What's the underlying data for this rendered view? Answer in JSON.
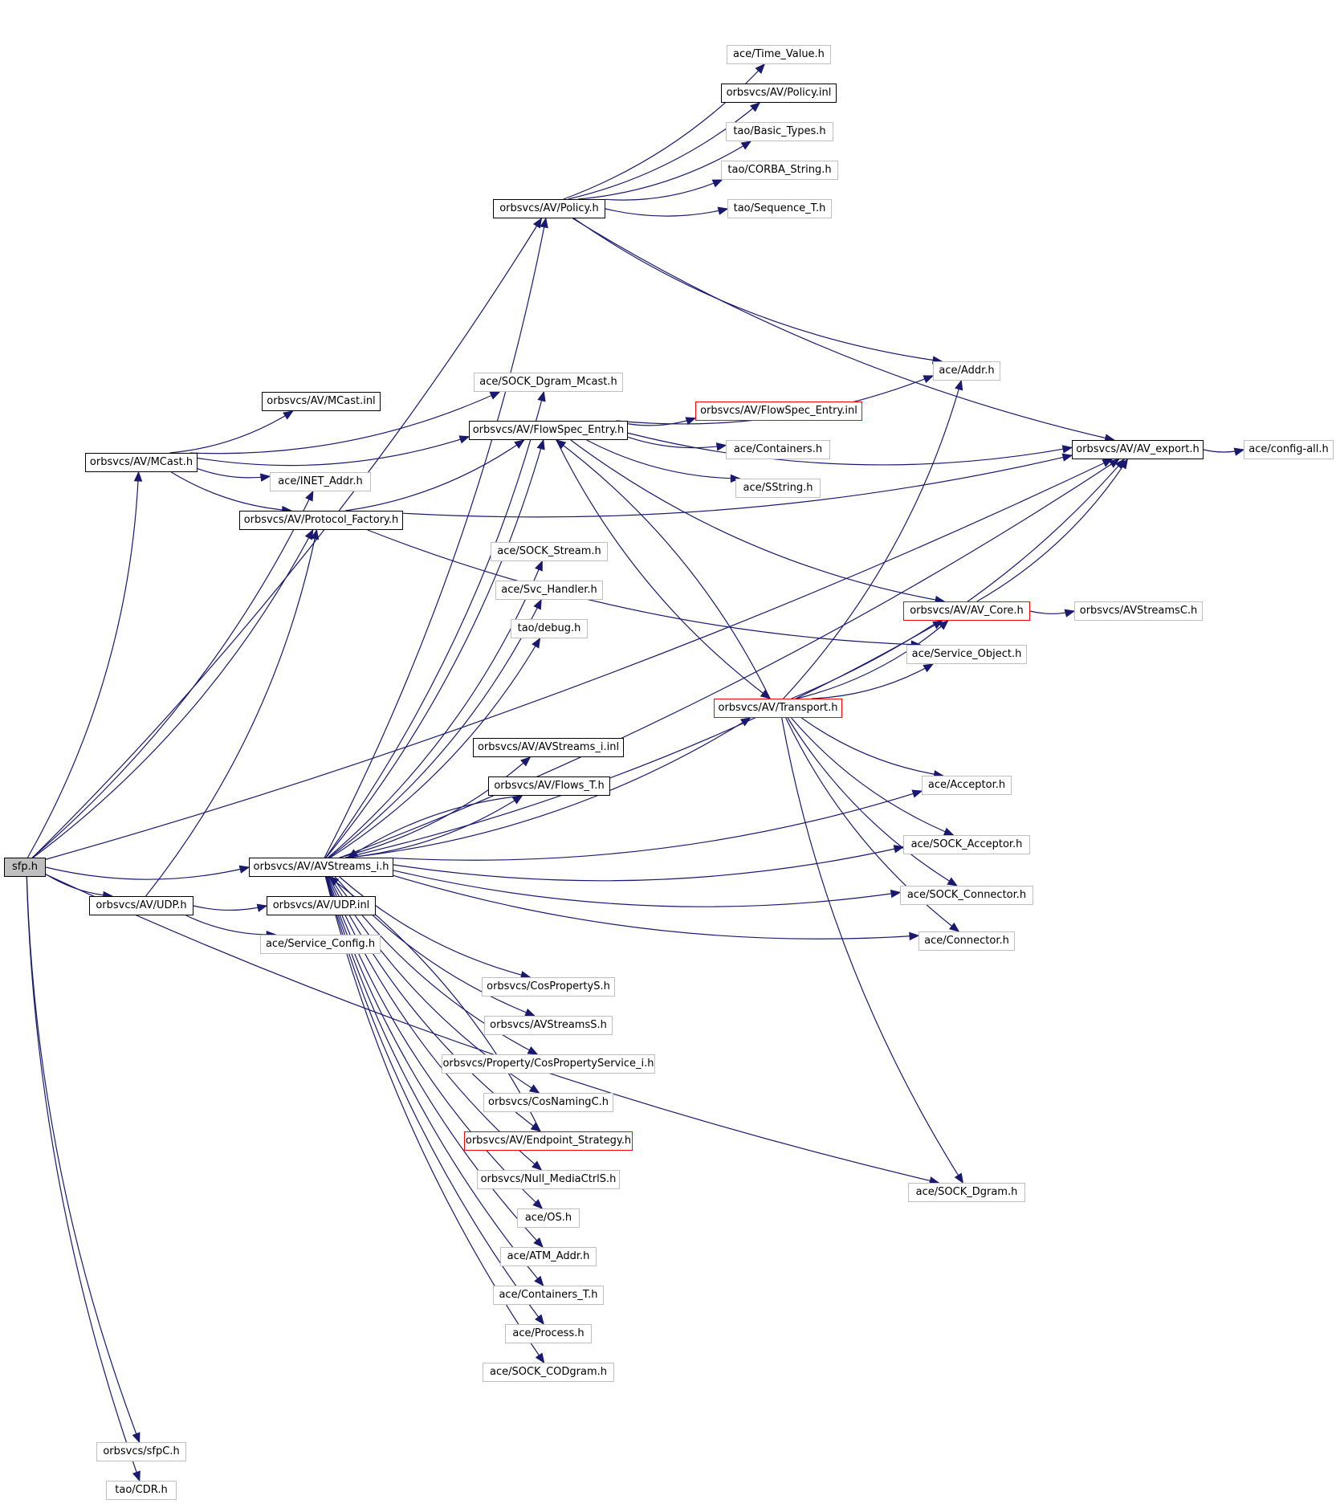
{
  "legend_colors": {
    "edge": "#191970",
    "documented": "#000000",
    "external": "#bfbfbf",
    "truncated": "#ff0000",
    "root_fill": "#bfbfbf"
  },
  "nodes": {
    "sfp_h": "sfp.h",
    "avstreams_i_h": "orbsvcs/AV/AVStreams_i.h",
    "udp_h": "orbsvcs/AV/UDP.h",
    "udp_inl": "orbsvcs/AV/UDP.inl",
    "service_config_h": "ace/Service_Config.h",
    "mcast_h": "orbsvcs/AV/MCast.h",
    "mcast_inl": "orbsvcs/AV/MCast.inl",
    "inet_addr_h": "ace/INET_Addr.h",
    "protocol_factory_h": "orbsvcs/AV/Protocol_Factory.h",
    "sock_dgram_mcast_h": "ace/SOCK_Dgram_Mcast.h",
    "policy_h": "orbsvcs/AV/Policy.h",
    "time_value_h": "ace/Time_Value.h",
    "policy_inl": "orbsvcs/AV/Policy.inl",
    "basic_types_h": "tao/Basic_Types.h",
    "corba_string_h": "tao/CORBA_String.h",
    "sequence_t_h": "tao/Sequence_T.h",
    "flowspec_entry_h": "orbsvcs/AV/FlowSpec_Entry.h",
    "flowspec_entry_inl": "orbsvcs/AV/FlowSpec_Entry.inl",
    "containers_h": "ace/Containers.h",
    "sstring_h": "ace/SString.h",
    "addr_h": "ace/Addr.h",
    "av_export_h": "orbsvcs/AV/AV_export.h",
    "config_all_h": "ace/config-all.h",
    "sock_stream_h": "ace/SOCK_Stream.h",
    "svc_handler_h": "ace/Svc_Handler.h",
    "debug_h": "tao/debug.h",
    "av_core_h": "orbsvcs/AV/AV_Core.h",
    "avstreamsc_h": "orbsvcs/AVStreamsC.h",
    "service_object_h": "ace/Service_Object.h",
    "transport_h": "orbsvcs/AV/Transport.h",
    "avstreams_i_inl": "orbsvcs/AV/AVStreams_i.inl",
    "flows_t_h": "orbsvcs/AV/Flows_T.h",
    "acceptor_h": "ace/Acceptor.h",
    "sock_acceptor_h": "ace/SOCK_Acceptor.h",
    "sock_connector_h": "ace/SOCK_Connector.h",
    "connector_h": "ace/Connector.h",
    "cospropertys_h": "orbsvcs/CosPropertyS.h",
    "avstreamss_h": "orbsvcs/AVStreamsS.h",
    "cospropertyservice_i_h": "orbsvcs/Property/CosPropertyService_i.h",
    "cosnamingc_h": "orbsvcs/CosNamingC.h",
    "endpoint_strategy_h": "orbsvcs/AV/Endpoint_Strategy.h",
    "null_mediactrls_h": "orbsvcs/Null_MediaCtrlS.h",
    "sock_dgram_h": "ace/SOCK_Dgram.h",
    "os_h": "ace/OS.h",
    "atm_addr_h": "ace/ATM_Addr.h",
    "containers_t_h": "ace/Containers_T.h",
    "process_h": "ace/Process.h",
    "sock_codgram_h": "ace/SOCK_CODgram.h",
    "sfpc_h": "orbsvcs/sfpC.h",
    "cdr_h": "tao/CDR.h"
  },
  "edges": [
    [
      "sfp_h",
      "av_export_h"
    ],
    [
      "sfp_h",
      "policy_h"
    ],
    [
      "sfp_h",
      "mcast_h"
    ],
    [
      "sfp_h",
      "inet_addr_h"
    ],
    [
      "sfp_h",
      "protocol_factory_h"
    ],
    [
      "sfp_h",
      "avstreams_i_h"
    ],
    [
      "sfp_h",
      "udp_h"
    ],
    [
      "sfp_h",
      "sock_dgram_h"
    ],
    [
      "sfp_h",
      "sfpc_h"
    ],
    [
      "sfp_h",
      "cdr_h"
    ],
    [
      "udp_h",
      "udp_inl"
    ],
    [
      "udp_h",
      "service_config_h"
    ],
    [
      "udp_h",
      "protocol_factory_h"
    ],
    [
      "mcast_h",
      "sock_dgram_mcast_h"
    ],
    [
      "mcast_h",
      "mcast_inl"
    ],
    [
      "mcast_h",
      "flowspec_entry_h"
    ],
    [
      "mcast_h",
      "inet_addr_h"
    ],
    [
      "mcast_h",
      "protocol_factory_h"
    ],
    [
      "protocol_factory_h",
      "flowspec_entry_h"
    ],
    [
      "protocol_factory_h",
      "service_object_h"
    ],
    [
      "protocol_factory_h",
      "av_export_h"
    ],
    [
      "policy_h",
      "time_value_h"
    ],
    [
      "policy_h",
      "policy_inl"
    ],
    [
      "policy_h",
      "basic_types_h"
    ],
    [
      "policy_h",
      "corba_string_h"
    ],
    [
      "policy_h",
      "sequence_t_h"
    ],
    [
      "policy_h",
      "av_export_h"
    ],
    [
      "policy_h",
      "addr_h"
    ],
    [
      "flowspec_entry_h",
      "av_export_h"
    ],
    [
      "flowspec_entry_h",
      "addr_h"
    ],
    [
      "flowspec_entry_h",
      "flowspec_entry_inl"
    ],
    [
      "flowspec_entry_h",
      "containers_h"
    ],
    [
      "flowspec_entry_h",
      "sstring_h"
    ],
    [
      "flowspec_entry_h",
      "av_core_h"
    ],
    [
      "flowspec_entry_h",
      "transport_h"
    ],
    [
      "av_export_h",
      "config_all_h"
    ],
    [
      "av_core_h",
      "avstreamsc_h"
    ],
    [
      "av_core_h",
      "av_export_h"
    ],
    [
      "transport_h",
      "flowspec_entry_h"
    ],
    [
      "transport_h",
      "av_core_h"
    ],
    [
      "transport_h",
      "service_object_h"
    ],
    [
      "transport_h",
      "av_export_h"
    ],
    [
      "transport_h",
      "addr_h"
    ],
    [
      "transport_h",
      "acceptor_h"
    ],
    [
      "transport_h",
      "sock_acceptor_h"
    ],
    [
      "transport_h",
      "sock_connector_h"
    ],
    [
      "transport_h",
      "connector_h"
    ],
    [
      "transport_h",
      "sock_dgram_h"
    ],
    [
      "avstreams_i_h",
      "policy_h"
    ],
    [
      "avstreams_i_h",
      "sock_dgram_mcast_h"
    ],
    [
      "avstreams_i_h",
      "flowspec_entry_h"
    ],
    [
      "avstreams_i_h",
      "av_export_h"
    ],
    [
      "avstreams_i_h",
      "sock_stream_h"
    ],
    [
      "avstreams_i_h",
      "svc_handler_h"
    ],
    [
      "avstreams_i_h",
      "debug_h"
    ],
    [
      "avstreams_i_h",
      "av_core_h"
    ],
    [
      "avstreams_i_h",
      "transport_h"
    ],
    [
      "avstreams_i_h",
      "avstreams_i_inl"
    ],
    [
      "avstreams_i_h",
      "flows_t_h"
    ],
    [
      "avstreams_i_h",
      "acceptor_h"
    ],
    [
      "avstreams_i_h",
      "sock_acceptor_h"
    ],
    [
      "avstreams_i_h",
      "sock_connector_h"
    ],
    [
      "avstreams_i_h",
      "connector_h"
    ],
    [
      "avstreams_i_h",
      "cospropertys_h"
    ],
    [
      "avstreams_i_h",
      "avstreamss_h"
    ],
    [
      "avstreams_i_h",
      "cospropertyservice_i_h"
    ],
    [
      "avstreams_i_h",
      "cosnamingc_h"
    ],
    [
      "avstreams_i_h",
      "endpoint_strategy_h"
    ],
    [
      "avstreams_i_h",
      "null_mediactrls_h"
    ],
    [
      "avstreams_i_h",
      "os_h"
    ],
    [
      "avstreams_i_h",
      "atm_addr_h"
    ],
    [
      "avstreams_i_h",
      "containers_t_h"
    ],
    [
      "avstreams_i_h",
      "process_h"
    ],
    [
      "avstreams_i_h",
      "sock_codgram_h"
    ],
    [
      "flows_t_h",
      "avstreams_i_h"
    ],
    [
      "endpoint_strategy_h",
      "avstreams_i_h"
    ]
  ]
}
